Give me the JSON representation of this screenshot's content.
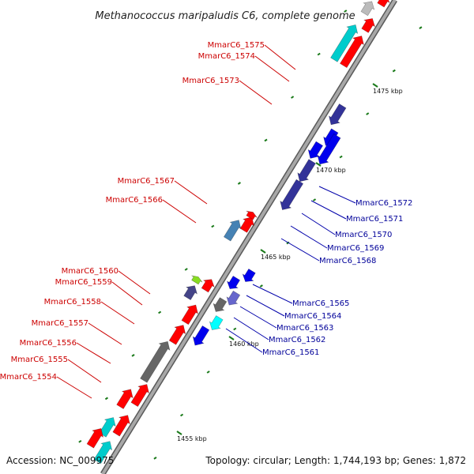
{
  "title": "Methanococcus maripaludis C6, complete genome",
  "accession": "Accession: NC_009975",
  "summary": "Topology: circular; Length: 1,744,193 bp; Genes: 1,872",
  "colors": {
    "backbone": "#888888",
    "forward_label": "#cc0000",
    "reverse_label": "#000099",
    "tick": "#1a7a1a"
  },
  "scale_labels": [
    "1455 kbp",
    "1460 kbp",
    "1465 kbp",
    "1470 kbp",
    "1475 kbp"
  ],
  "forward_labels": [
    "MmarC6_1575",
    "MmarC6_1574",
    "MmarC6_1573",
    "MmarC6_1567",
    "MmarC6_1566",
    "MmarC6_1560",
    "MmarC6_1559",
    "MmarC6_1558",
    "MmarC6_1557",
    "MmarC6_1556",
    "MmarC6_1555",
    "MmarC6_1554"
  ],
  "reverse_labels": [
    "MmarC6_1572",
    "MmarC6_1571",
    "MmarC6_1570",
    "MmarC6_1569",
    "MmarC6_1568",
    "MmarC6_1565",
    "MmarC6_1564",
    "MmarC6_1563",
    "MmarC6_1562",
    "MmarC6_1561"
  ]
}
